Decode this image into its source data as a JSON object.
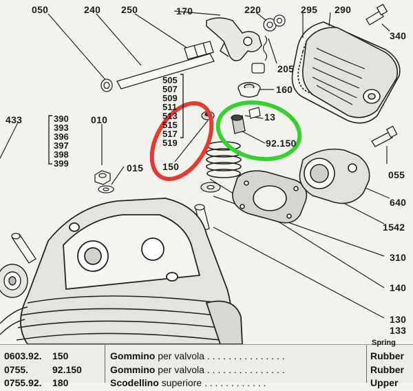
{
  "labels": {
    "l050": "050",
    "l240": "240",
    "l250": "250",
    "l170": "170",
    "l220": "220",
    "l295": "295",
    "l290": "290",
    "l340": "340",
    "l205": "205",
    "l160": "160",
    "l505": "505",
    "l507": "507",
    "l509": "509",
    "l511": "511",
    "l513": "513",
    "l515": "515",
    "l517": "517",
    "l519": "519",
    "l433": "433",
    "l390": "390",
    "l393": "393",
    "l396": "396",
    "l397": "397",
    "l398": "398",
    "l399": "399",
    "l010": "010",
    "l015": "015",
    "l150": "150",
    "l13": "13",
    "l92150": "92.150",
    "l055": "055",
    "l640": "640",
    "l1542": "1542",
    "l310": "310",
    "l140": "140",
    "l130": "130",
    "l133": "133"
  },
  "annotations": {
    "red_color": "#e8392f",
    "green_color": "#35d12c"
  },
  "table": {
    "rows": [
      {
        "code": "0603.92.",
        "ref": "150",
        "desc_bold": "Gommino",
        "desc_rest": " per valvola . . . . . . . . . . . . . . .",
        "en": "Rubber"
      },
      {
        "code": "0755.",
        "ref": "92.150",
        "desc_bold": "Gommino",
        "desc_rest": " per valvola . . . . . . . . . . . . . . .",
        "en": "Rubber"
      },
      {
        "code": "0755.92.",
        "ref": "180",
        "desc_bold": "Scodellino",
        "desc_rest": " superiore . . . . . . . . . . . .",
        "en": "Upper"
      }
    ],
    "top_right": "Spring"
  }
}
